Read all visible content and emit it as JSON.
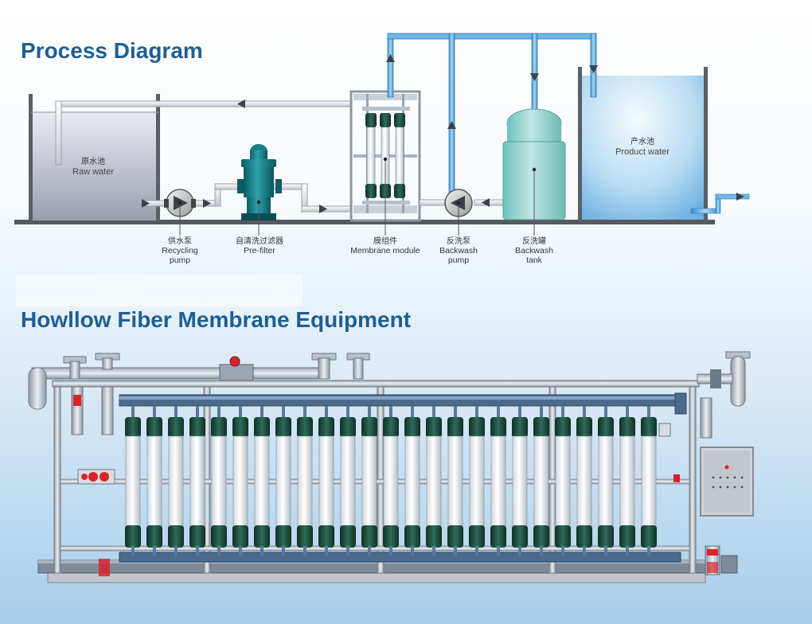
{
  "headings": {
    "process": "Process Diagram",
    "equipment": "Howllow Fiber Membrane Equipment"
  },
  "tanks": {
    "raw": {
      "zh": "原水池",
      "en": "Raw water"
    },
    "product": {
      "zh": "产水池",
      "en": "Product water"
    }
  },
  "components": [
    {
      "zh": "供水泵",
      "en1": "Recycling",
      "en2": "pump"
    },
    {
      "zh": "自清洗过滤器",
      "en1": "Pre-filter",
      "en2": ""
    },
    {
      "zh": "膜组件",
      "en1": "Membrane module",
      "en2": ""
    },
    {
      "zh": "反洗泵",
      "en1": "Backwash",
      "en2": "pump"
    },
    {
      "zh": "反洗罐",
      "en1": "Backwash",
      "en2": "tank"
    }
  ],
  "colors": {
    "heading": "#1d5f95",
    "pipe_blue": "#4b9ed6",
    "membrane_dark": "#1e4a3c",
    "panel_gray": "#b9bcc2",
    "valve_red": "#d9232b"
  }
}
